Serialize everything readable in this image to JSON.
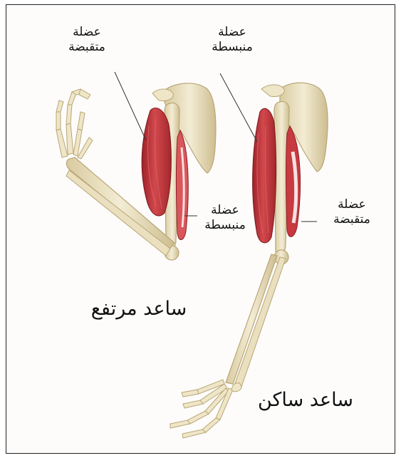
{
  "labels": {
    "left_contracted_muscle": {
      "line1": "عضلة",
      "line2": "متقبضة"
    },
    "left_relaxed_muscle": {
      "line1": "عضلة",
      "line2": "منبسطة"
    },
    "right_relaxed_muscle": {
      "line1": "عضلة",
      "line2": "منبسطة"
    },
    "right_contracted_muscle": {
      "line1": "عضلة",
      "line2": "متقبضة"
    },
    "raised_forearm": "ساعد مرتفع",
    "resting_forearm": "ساعد ساكن"
  },
  "colors": {
    "bone": "#efe6c8",
    "bone_shadow": "#c9b98c",
    "muscle": "#c0353a",
    "muscle_dark": "#8e1f25",
    "frame_border": "#222222"
  }
}
